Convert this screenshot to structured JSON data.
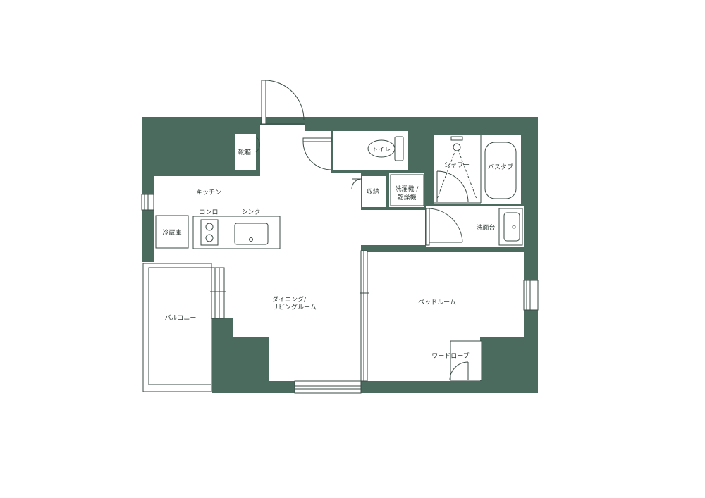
{
  "colors": {
    "wall": "#4a6b5e",
    "room": "#ffffff",
    "line": "#3a4a44"
  },
  "rooms": {
    "kitchen": "キッチン",
    "stove": "コンロ",
    "sink": "シンク",
    "fridge": "冷蔵庫",
    "shoe_closet": "靴箱",
    "toilet": "トイレ",
    "storage": "収納",
    "washer_dryer_line1": "洗濯機 /",
    "washer_dryer_line2": "乾燥機",
    "shower": "シャワー",
    "bathtub": "バスタブ",
    "washbasin": "洗面台",
    "living_line1": "ダイニング/",
    "living_line2": "リビングルーム",
    "balcony": "バルコニー",
    "bedroom": "ベッドルーム",
    "wardrobe": "ワードローブ"
  }
}
